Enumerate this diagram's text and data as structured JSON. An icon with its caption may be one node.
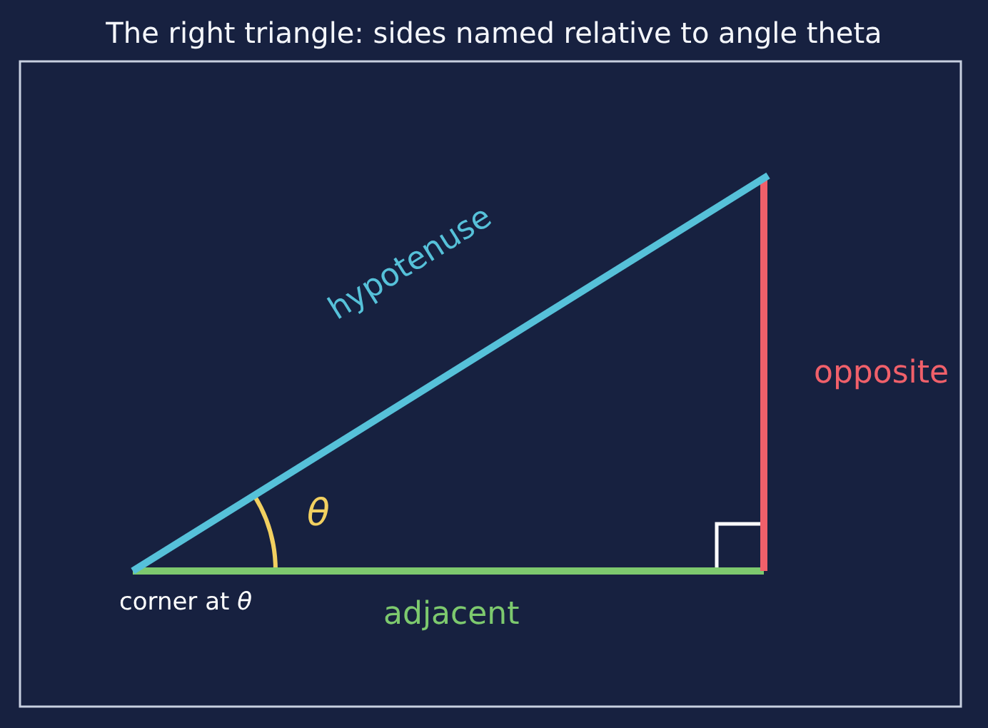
{
  "diagram": {
    "title": "The right triangle: sides named relative to angle theta",
    "labels": [
      "hypotenuse",
      "θ",
      "opposite",
      "adjacent",
      "corner at *θ*"
    ]
  }
}
